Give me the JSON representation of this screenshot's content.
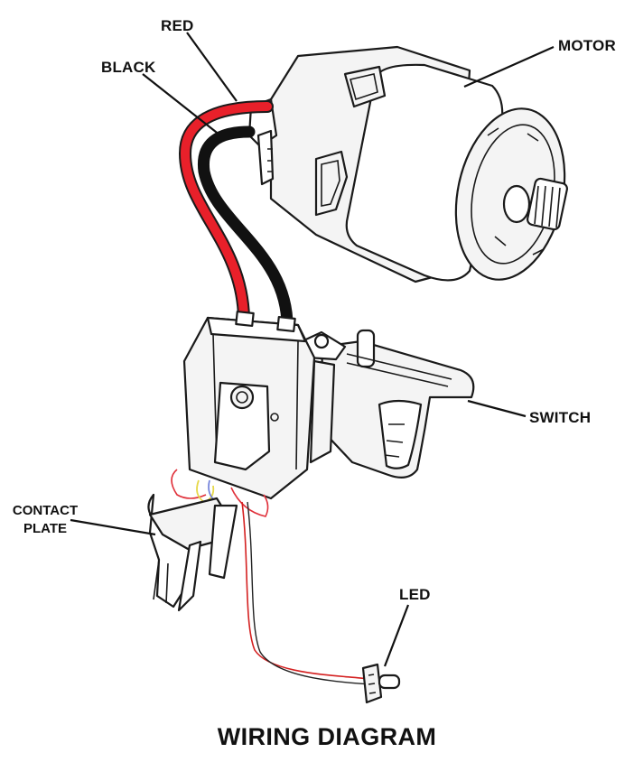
{
  "title": "WIRING DIAGRAM",
  "labels": {
    "red": "RED",
    "black": "BLACK",
    "motor": "MOTOR",
    "switch": "SWITCH",
    "contact_plate_line1": "CONTACT",
    "contact_plate_line2": "PLATE",
    "led": "LED"
  },
  "colors": {
    "red_wire": "#e8202a",
    "black_wire": "#111111",
    "led_wire_red": "#d42020",
    "led_wire_black": "#222222",
    "contact_outline_red": "#e0303a",
    "contact_outline_yellow": "#e6d84a",
    "contact_outline_blue": "#6a7ad8"
  },
  "icons": [
    "motor-icon",
    "switch-icon",
    "contact-plate-icon",
    "led-icon",
    "red-wire-icon",
    "black-wire-icon"
  ]
}
